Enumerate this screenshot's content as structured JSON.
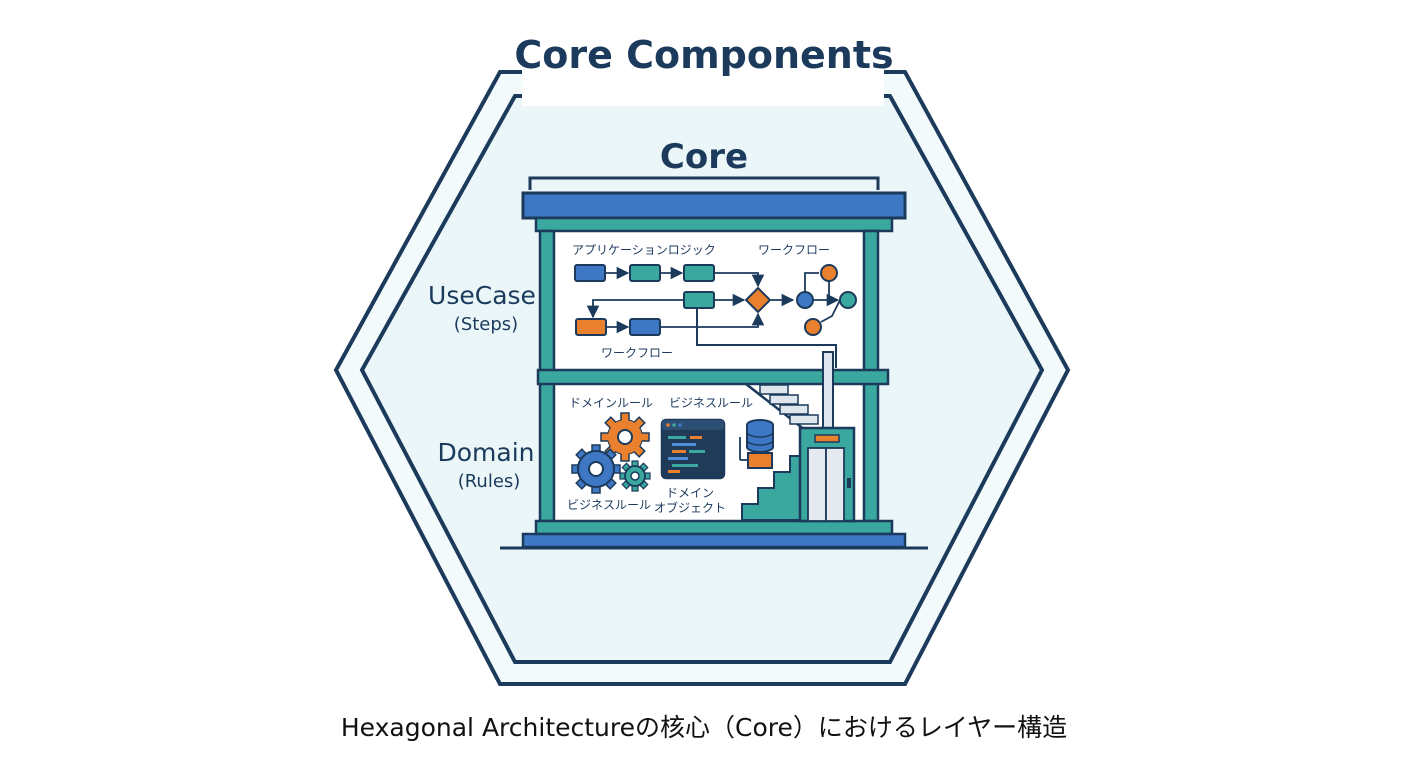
{
  "title": "Core Components",
  "core_label": "Core",
  "usecase": {
    "label": "UseCase",
    "sublabel": "(Steps)",
    "top_left_caption": "アプリケーションロジック",
    "top_right_caption": "ワークフロー",
    "bottom_caption": "ワークフロー"
  },
  "domain": {
    "label": "Domain",
    "sublabel": "(Rules)",
    "top_left_caption": "ドメインルール",
    "top_right_caption": "ビジネスルール",
    "bottom_left_caption": "ビジネスルール",
    "bottom_right_caption_line1": "ドメイン",
    "bottom_right_caption_line2": "オブジェクト"
  },
  "footer_caption": "Hexagonal Architectureの核心（Core）におけるレイヤー構造",
  "colors": {
    "navy": "#1b3a5c",
    "blue": "#3e78c4",
    "teal": "#3aa89e",
    "orange": "#e8802d",
    "hex_fill": "#eef8fa"
  }
}
